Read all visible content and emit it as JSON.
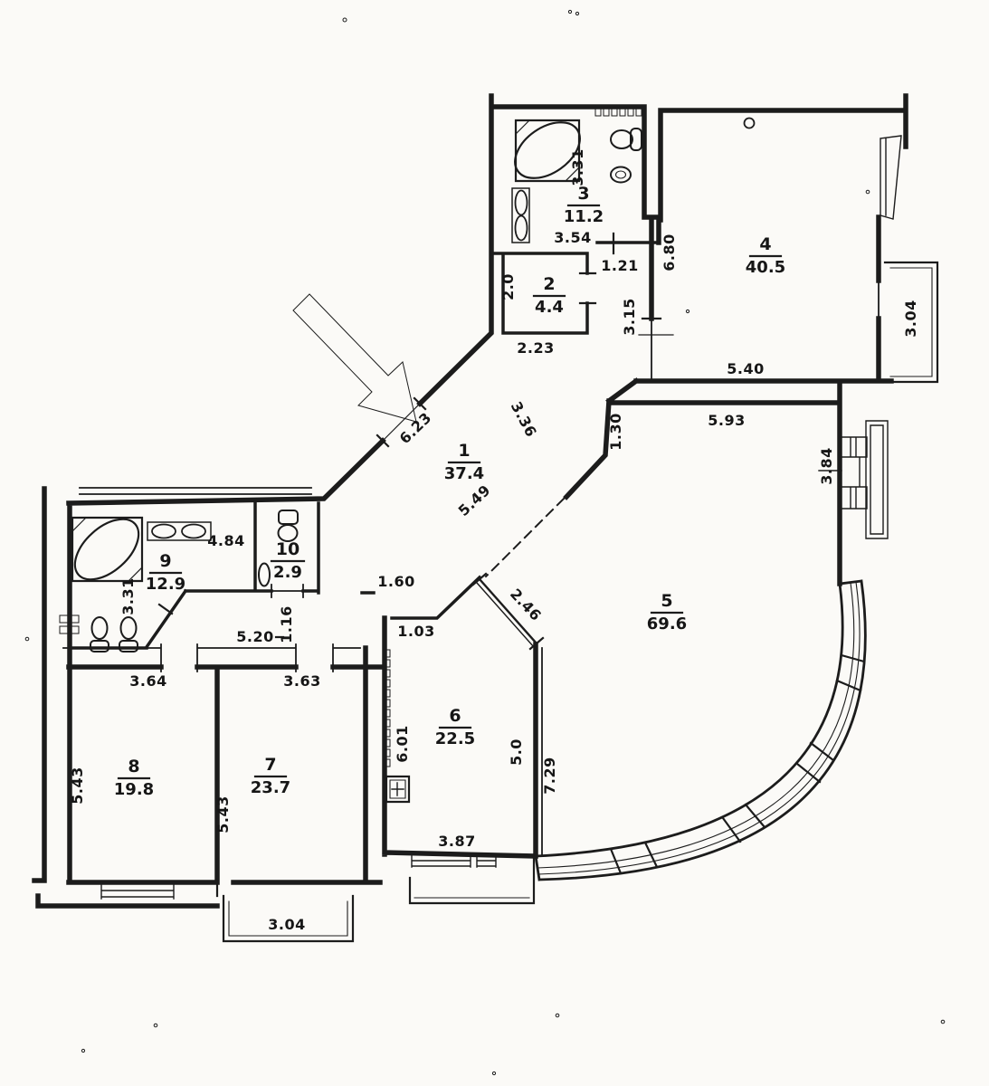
{
  "plan": {
    "title": "apartment-floor-plan-scan",
    "colors": {
      "ink": "#1c1c1c",
      "paper": "#fbfaf7",
      "arrow": "#111111"
    },
    "rooms": [
      {
        "number": "1",
        "area": "37.4"
      },
      {
        "number": "2",
        "area": "4.4"
      },
      {
        "number": "3",
        "area": "11.2"
      },
      {
        "number": "4",
        "area": "40.5"
      },
      {
        "number": "5",
        "area": "69.6"
      },
      {
        "number": "6",
        "area": "22.5"
      },
      {
        "number": "7",
        "area": "23.7"
      },
      {
        "number": "8",
        "area": "19.8"
      },
      {
        "number": "9",
        "area": "12.9"
      },
      {
        "number": "10",
        "area": "2.9"
      }
    ],
    "dimensions": {
      "room3_side": "3.31",
      "room3_bottom": "3.54",
      "room2_left": "2.0",
      "room2_bottom": "2.23",
      "corridor_top": "1.21",
      "corridor_right": "3.15",
      "room4_left": "6.80",
      "room4_bottom": "5.40",
      "room4_balcony": "3.04",
      "entry_wall": "6.23",
      "hall_diag_a": "3.36",
      "hall_diag_b": "5.49",
      "room5_jog": "1.30",
      "room5_top": "5.93",
      "room5_right": "3.84",
      "room9_top": "4.84",
      "room9_left": "3.31",
      "hallway_bottom": "5.20",
      "hallway_height": "1.16",
      "kitchen_entry": "1.60",
      "kitchen_top": "1.03",
      "kitchen_window": "2.46",
      "kitchen_left": "6.01",
      "kitchen_inner": "5.0",
      "kitchen_right": "7.29",
      "kitchen_bottom": "3.87",
      "room8_top": "3.64",
      "room7_top": "3.63",
      "room8_left": "5.43",
      "room7_divider": "5.43",
      "balcony_bottom": "3.04"
    },
    "icons": {
      "fixtures": [
        "bathtub-icon",
        "toilet-icon",
        "bidet-icon",
        "sink-icon",
        "kitchen-sink-icon"
      ],
      "annotation": "entrance-arrow-icon"
    }
  }
}
